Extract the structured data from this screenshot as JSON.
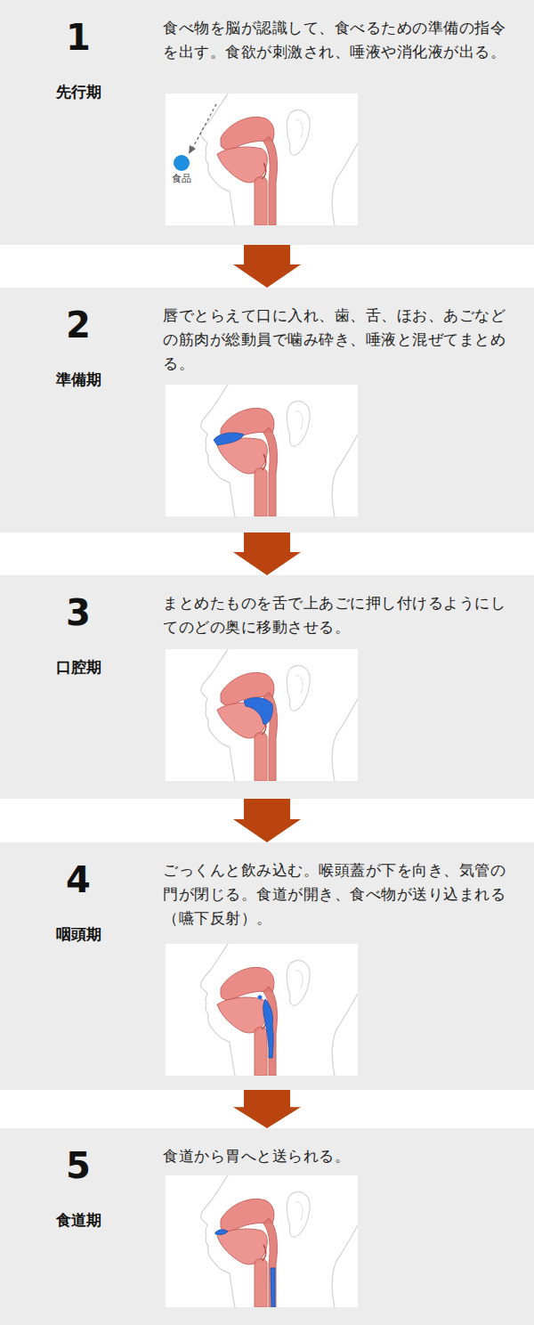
{
  "diagram": {
    "nodes": [
      {
        "text": [
          "1",
          "先行期",
          "食べ物を脳が認識して、食べるための準備の指令を出す。食欲が刺激され、唾液や消化液が出る。"
        ]
      },
      {
        "text": [
          "2",
          "準備期",
          "唇でとらえて口に入れ、歯、舌、ほお、あごなどの筋肉が総動員で噛み砕き、唾液と混ぜてまとめる。"
        ]
      },
      {
        "text": [
          "3",
          "口腔期",
          "まとめたものを舌で上あごに押し付けるようにしてのどの奥に移動させる。"
        ]
      },
      {
        "text": [
          "4",
          "咽頭期",
          "ごっくんと飲み込む。喉頭蓋が下を向き、気管の門が閉じる。食道が開き、食べ物が送り込まれる（嚥下反射）。"
        ]
      },
      {
        "text": [
          "5",
          "食道期",
          "食道から胃へと送られる。"
        ]
      }
    ],
    "edges": [
      {
        "from": 0,
        "to": 1,
        "arrow": "to"
      },
      {
        "from": 1,
        "to": 2,
        "arrow": "to"
      },
      {
        "from": 2,
        "to": 3,
        "arrow": "to"
      },
      {
        "from": 3,
        "to": 4,
        "arrow": "to"
      }
    ],
    "labels": [
      "食品"
    ]
  }
}
